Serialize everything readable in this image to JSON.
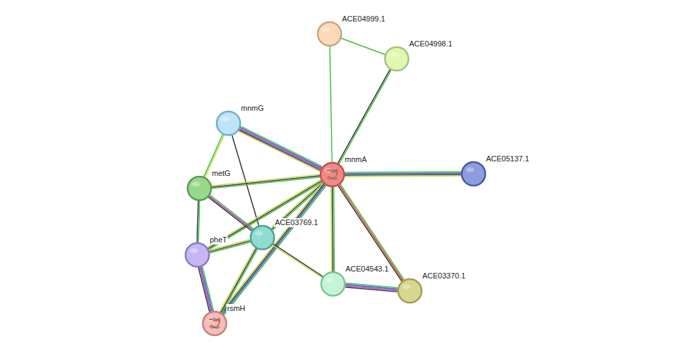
{
  "diagram": {
    "nodes": [
      {
        "text": [
          "ACE04999.1"
        ]
      },
      {
        "text": [
          "ACE04998.1"
        ]
      },
      {
        "text": [
          "mnmG"
        ]
      },
      {
        "text": [
          "mnmA"
        ]
      },
      {
        "text": [
          "metG"
        ]
      },
      {
        "text": [
          "ACE05137.1"
        ]
      },
      {
        "text": [
          "ACE03769.1"
        ]
      },
      {
        "text": [
          "pheT"
        ]
      },
      {
        "text": [
          "ACE04543.1"
        ]
      },
      {
        "text": [
          "ACE03370.1"
        ]
      },
      {
        "text": [
          "rsmH"
        ]
      }
    ],
    "edges": [
      {
        "from": 0,
        "to": 1,
        "arrow": "none"
      },
      {
        "from": 0,
        "to": 3,
        "arrow": "none"
      },
      {
        "from": 1,
        "to": 3,
        "arrow": "none"
      },
      {
        "from": 2,
        "to": 3,
        "arrow": "none"
      },
      {
        "from": 2,
        "to": 4,
        "arrow": "none"
      },
      {
        "from": 2,
        "to": 6,
        "arrow": "none"
      },
      {
        "from": 3,
        "to": 4,
        "arrow": "none"
      },
      {
        "from": 3,
        "to": 5,
        "arrow": "none"
      },
      {
        "from": 3,
        "to": 6,
        "arrow": "none"
      },
      {
        "from": 3,
        "to": 7,
        "arrow": "none"
      },
      {
        "from": 3,
        "to": 10,
        "arrow": "none"
      },
      {
        "from": 3,
        "to": 8,
        "arrow": "none"
      },
      {
        "from": 3,
        "to": 9,
        "arrow": "none"
      },
      {
        "from": 4,
        "to": 6,
        "arrow": "none"
      },
      {
        "from": 4,
        "to": 7,
        "arrow": "none"
      },
      {
        "from": 6,
        "to": 7,
        "arrow": "none"
      },
      {
        "from": 6,
        "to": 10,
        "arrow": "none"
      },
      {
        "from": 6,
        "to": 8,
        "arrow": "none"
      },
      {
        "from": 7,
        "to": 10,
        "arrow": "none"
      },
      {
        "from": 8,
        "to": 9,
        "arrow": "none"
      }
    ]
  }
}
